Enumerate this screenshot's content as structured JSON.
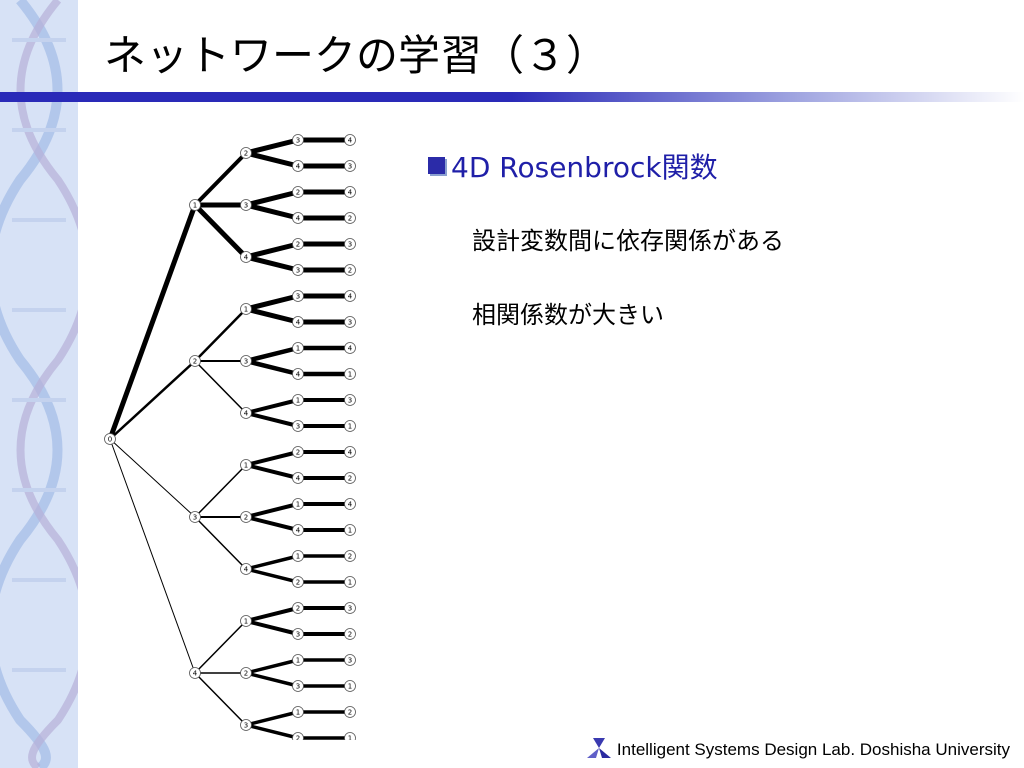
{
  "slide": {
    "title": "ネットワークの学習（３）",
    "bullet": "4D Rosenbrock関数",
    "sub_items": [
      "設計変数間に依存関係がある",
      "相関係数が大きい"
    ],
    "footer": "Intelligent Systems Design Lab. Doshisha University",
    "accent_color": "#2a2ab8",
    "side_band_color": "#d7e2f6"
  },
  "tree": {
    "root": "0",
    "children": [
      {
        "label": "1",
        "weight": 5,
        "children": [
          {
            "label": "2",
            "weight": 4,
            "pairs": [
              [
                "3",
                "4"
              ],
              [
                "4",
                "3"
              ]
            ],
            "leaf_weights": [
              5,
              5
            ]
          },
          {
            "label": "3",
            "weight": 5,
            "pairs": [
              [
                "2",
                "4"
              ],
              [
                "4",
                "2"
              ]
            ],
            "leaf_weights": [
              5,
              5
            ]
          },
          {
            "label": "4",
            "weight": 5,
            "pairs": [
              [
                "2",
                "3"
              ],
              [
                "3",
                "2"
              ]
            ],
            "leaf_weights": [
              5,
              5
            ]
          }
        ]
      },
      {
        "label": "2",
        "weight": 2.5,
        "children": [
          {
            "label": "1",
            "weight": 2.5,
            "pairs": [
              [
                "3",
                "4"
              ],
              [
                "4",
                "3"
              ]
            ],
            "leaf_weights": [
              5,
              5
            ]
          },
          {
            "label": "3",
            "weight": 2,
            "pairs": [
              [
                "1",
                "4"
              ],
              [
                "4",
                "1"
              ]
            ],
            "leaf_weights": [
              4.5,
              4.5
            ]
          },
          {
            "label": "4",
            "weight": 1.5,
            "pairs": [
              [
                "1",
                "3"
              ],
              [
                "3",
                "1"
              ]
            ],
            "leaf_weights": [
              4,
              4
            ]
          }
        ]
      },
      {
        "label": "3",
        "weight": 1,
        "children": [
          {
            "label": "1",
            "weight": 1.5,
            "pairs": [
              [
                "2",
                "4"
              ],
              [
                "4",
                "2"
              ]
            ],
            "leaf_weights": [
              4,
              4
            ]
          },
          {
            "label": "2",
            "weight": 2,
            "pairs": [
              [
                "1",
                "4"
              ],
              [
                "4",
                "1"
              ]
            ],
            "leaf_weights": [
              4,
              4
            ]
          },
          {
            "label": "4",
            "weight": 1.5,
            "pairs": [
              [
                "1",
                "2"
              ],
              [
                "2",
                "1"
              ]
            ],
            "leaf_weights": [
              3.5,
              3.5
            ]
          }
        ]
      },
      {
        "label": "4",
        "weight": 1,
        "children": [
          {
            "label": "1",
            "weight": 1.5,
            "pairs": [
              [
                "2",
                "3"
              ],
              [
                "3",
                "2"
              ]
            ],
            "leaf_weights": [
              4,
              4
            ]
          },
          {
            "label": "2",
            "weight": 1.5,
            "pairs": [
              [
                "1",
                "3"
              ],
              [
                "3",
                "1"
              ]
            ],
            "leaf_weights": [
              3.5,
              3.5
            ]
          },
          {
            "label": "3",
            "weight": 1.5,
            "pairs": [
              [
                "1",
                "2"
              ],
              [
                "2",
                "1"
              ]
            ],
            "leaf_weights": [
              3.5,
              3.5
            ]
          }
        ]
      }
    ]
  }
}
